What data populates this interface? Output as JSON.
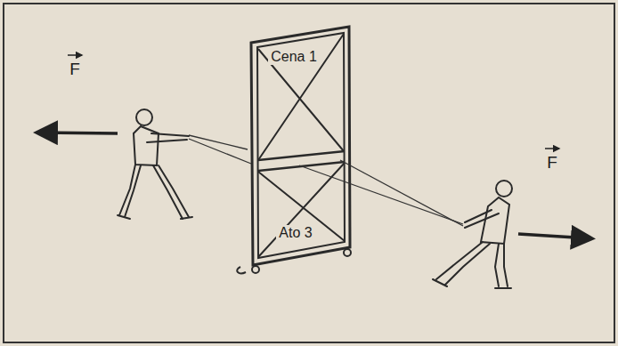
{
  "diagram": {
    "labels": [
      "F",
      "Cena 1",
      "F",
      "Ato 3"
    ]
  }
}
